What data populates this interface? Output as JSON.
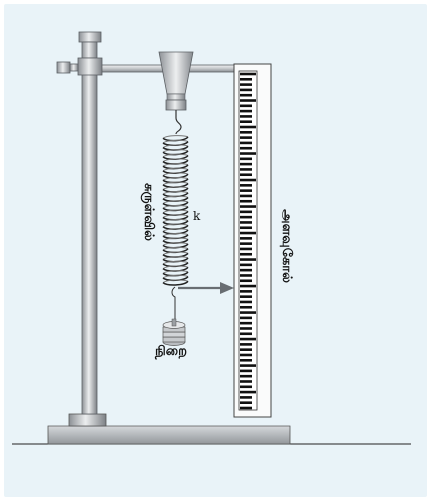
{
  "labels": {
    "spring": "சுருள்வில்",
    "spring_constant": "k",
    "scale": "அளவுகோல்",
    "mass": "நிறை"
  },
  "colors": {
    "background": "#e9f3f8",
    "metal_light": "#e4e6e8",
    "metal_dark": "#7d8185",
    "arrow": "#666b70"
  },
  "scale": {
    "tick_count": 64
  },
  "spring": {
    "coil_count": 32
  }
}
